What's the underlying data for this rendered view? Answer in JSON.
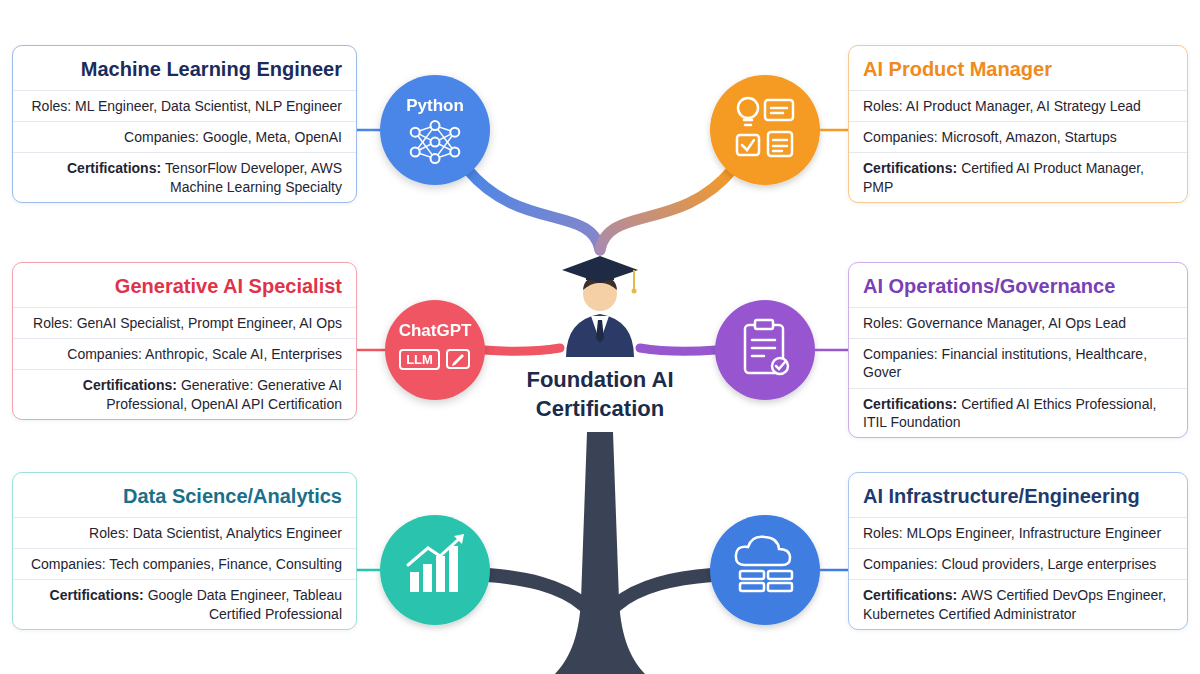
{
  "diagram": {
    "nodes": [
      {
        "text": [
          "Machine Learning Engineer",
          "Roles: ML Engineer, Data Scientist, NLP Engineer",
          "Companies: Google, Meta, OpenAI",
          "Certifications:",
          "TensorFlow Developer, AWS Machine Learning Specialty"
        ]
      },
      {
        "text": [
          "Python"
        ]
      },
      {
        "text": [
          "AI Product Manager",
          "Roles: AI Product Manager, AI Strategy Lead",
          "Companies: Microsoft, Amazon, Startups",
          "Certifications:",
          "Certified AI Product Manager, PMP"
        ]
      },
      {
        "text": [
          "Generative AI Specialist",
          "Roles: GenAI Specialist, Prompt Engineer, AI Ops",
          "Companies: Anthropic, Scale AI, Enterprises",
          "Certifications:",
          "Generative: Generative AI Professional, OpenAI API Certification"
        ]
      },
      {
        "text": [
          "ChatGPT"
        ]
      },
      {
        "text": [
          "LLM"
        ],
        "in": 4
      },
      {
        "text": [
          "AI Operations/Governance",
          "Roles: Governance Manager, AI Ops Lead",
          "Companies: Financial institutions, Healthcare, Gover",
          "Certifications:",
          "Certified AI Ethics Professional, ITIL Foundation"
        ]
      },
      {
        "text": [
          "Data Science/Analytics",
          "Roles: Data Scientist, Analytics Engineer",
          "Companies: Tech companies, Finance, Consulting",
          "Certifications:",
          "Google Data Engineer, Tableau Certified Professional"
        ]
      },
      {
        "text": [
          "AI Infrastructure/Engineering",
          "Roles: MLOps Engineer, Infrastructure Engineer",
          "Companies: Cloud providers, Large enterprises",
          "Certifications:",
          "AWS Certified DevOps Engineer, Kubernetes Certified Administrator"
        ]
      }
    ],
    "edges": [
      {
        "from": 1,
        "to": 0,
        "arrow": "none"
      },
      {
        "from": 4,
        "to": 3,
        "arrow": "none"
      }
    ],
    "labels": [
      "Foundation AI Certification"
    ]
  }
}
